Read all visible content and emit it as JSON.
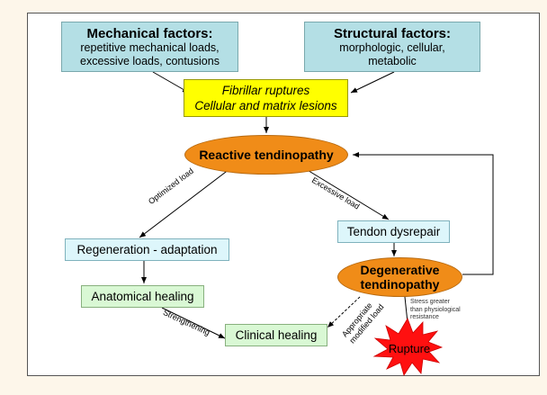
{
  "mechanical": {
    "title": "Mechanical factors:",
    "line1": "repetitive mechanical loads,",
    "line2": "excessive loads, contusions"
  },
  "structural": {
    "title": "Structural factors:",
    "line1": "morphologic, cellular,",
    "line2": "metabolic"
  },
  "fibrillar": {
    "line1": "Fibrillar ruptures",
    "line2": "Cellular and matrix lesions"
  },
  "reactive": "Reactive tendinopathy",
  "regeneration": "Regeneration - adaptation",
  "anatomical": "Anatomical healing",
  "clinical": "Clinical healing",
  "dysrepair": "Tendon dysrepair",
  "degenerative": {
    "line1": "Degenerative",
    "line2": "tendinopathy"
  },
  "rupture": "Rupture",
  "labels": {
    "optimized": "Optimized load",
    "excessive": "Excessive load",
    "strengthening": "Strengthening",
    "appropriate1": "Appropriate",
    "appropriate2": "modified load",
    "stress1": "Stress greater",
    "stress2": "than physiological",
    "stress3": "resistance"
  },
  "colors": {
    "teal": "#b4dfe5",
    "yellow": "#ffff00",
    "orange": "#f08c18",
    "lightblue": "#ddf6fb",
    "lightgreen": "#d9f8d4",
    "red": "#ff1010"
  }
}
